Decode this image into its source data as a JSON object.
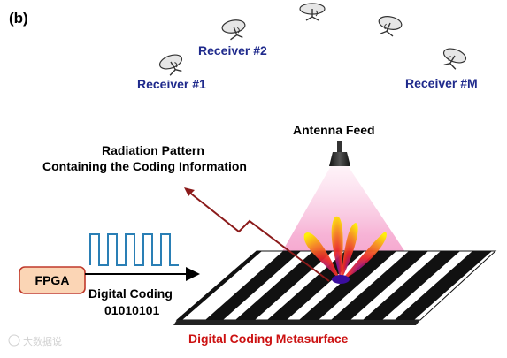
{
  "panel_label": "(b)",
  "receivers": [
    {
      "label": "Receiver #1"
    },
    {
      "label": "Receiver #2"
    },
    {
      "label": ""
    },
    {
      "label": ""
    },
    {
      "label": "Receiver #M"
    }
  ],
  "antenna_feed_label": "Antenna Feed",
  "radiation_label_line1": "Radiation Pattern",
  "radiation_label_line2": "Containing the Coding Information",
  "fpga_label": "FPGA",
  "digital_coding_label": "Digital Coding",
  "coding_sequence": "01010101",
  "metasurface_label": "Digital Coding Metasurface",
  "watermark": "大数据说",
  "colors": {
    "receiver_text": "#1f2a8c",
    "metasurface_text": "#cc1111",
    "fpga_fill": "#fbd5b5",
    "fpga_stroke": "#c0392b",
    "pulse_stroke": "#2a7fb5",
    "beam_pink": "#f49ac8",
    "arrow_dark_red": "#8b1a1a"
  }
}
